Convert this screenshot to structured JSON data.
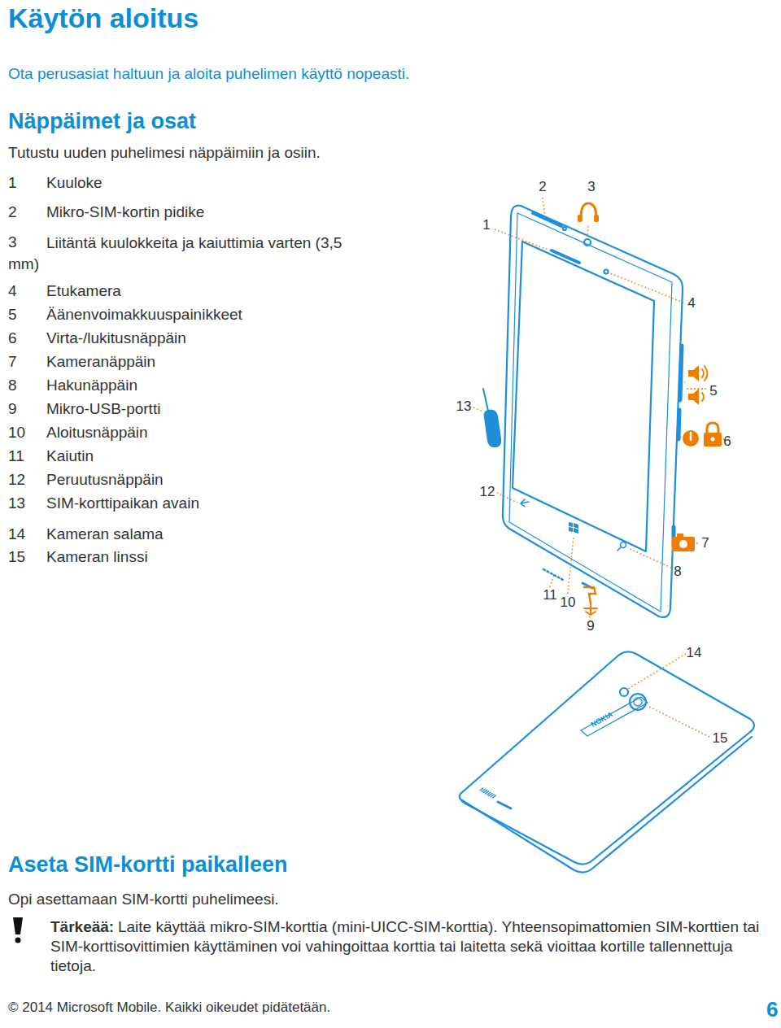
{
  "diagram": {
    "title": "Käytön aloitus",
    "labels": [
      "Ota perusasiat haltuun ja aloita puhelimen käyttö nopeasti.",
      "Näppäimet ja osat",
      "Tutustu uuden puhelimesi näppäimiin ja osiin.",
      "1",
      "Kuuloke",
      "2",
      "Mikro-SIM-kortin pidike",
      "3",
      "Liitäntä kuulokkeita ja kaiuttimia varten (3,5 mm)",
      "4",
      "Etukamera",
      "5",
      "Äänenvoimakkuuspainikkeet",
      "6",
      "Virta-/lukitusnäppäin",
      "7",
      "Kameranäppäin",
      "8",
      "Hakunäppäin",
      "9",
      "Mikro-USB-portti",
      "10",
      "Aloitusnäppäin",
      "11",
      "Kaiutin",
      "12",
      "Peruutusnäppäin",
      "13",
      "SIM-korttipaikan avain",
      "14",
      "Kameran salama",
      "15",
      "Kameran linssi",
      "1",
      "2",
      "3",
      "4",
      "5",
      "6",
      "7",
      "8",
      "9",
      "10",
      "11",
      "12",
      "13",
      "14",
      "15",
      "NOKIA",
      "Aseta SIM-kortti paikalleen",
      "Opi asettamaan SIM-kortti puhelimeesi.",
      "Tärkeää:",
      "Laite käyttää mikro-SIM-korttia (mini-UICC-SIM-korttia). Yhteensopimattomien SIM-korttien tai SIM-korttisovittimien käyttäminen voi vahingoittaa korttia tai laitetta sekä vioittaa kortille tallennettuja tietoja.",
      "© 2014 Microsoft Mobile. Kaikki oikeudet pidätetään.",
      "6"
    ]
  }
}
